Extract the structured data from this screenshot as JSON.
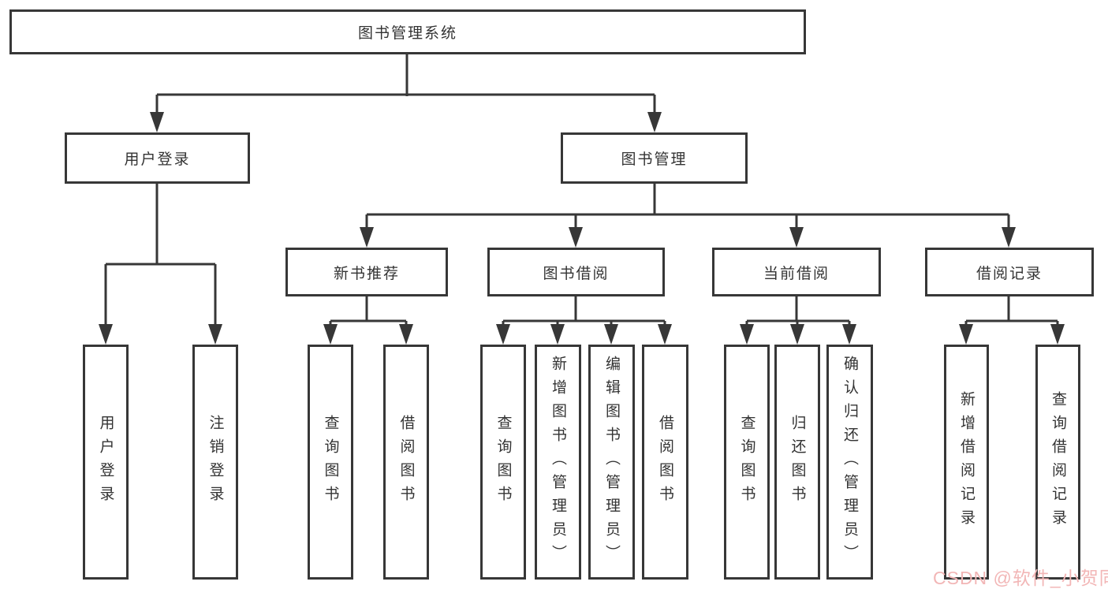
{
  "diagram": {
    "root": {
      "label": "图书管理系统"
    },
    "level2": [
      {
        "label": "用户登录"
      },
      {
        "label": "图书管理"
      }
    ],
    "level3": [
      {
        "label": "新书推荐"
      },
      {
        "label": "图书借阅"
      },
      {
        "label": "当前借阅"
      },
      {
        "label": "借阅记录"
      }
    ],
    "leaves": [
      {
        "label": "用户登录"
      },
      {
        "label": "注销登录"
      },
      {
        "label": "查询图书"
      },
      {
        "label": "借阅图书"
      },
      {
        "label": "查询图书"
      },
      {
        "label": "新增图书（管理员）"
      },
      {
        "label": "编辑图书（管理员）"
      },
      {
        "label": "借阅图书"
      },
      {
        "label": "查询图书"
      },
      {
        "label": "归还图书"
      },
      {
        "label": "确认归还（管理员）"
      },
      {
        "label": "新增借阅记录"
      },
      {
        "label": "查询借阅记录"
      }
    ]
  },
  "watermark": {
    "text": "CSDN @软件_小贺同学"
  },
  "colors": {
    "line": "#373737",
    "text": "#333333",
    "watermark": "#f2b6b6",
    "background": "#ffffff"
  }
}
